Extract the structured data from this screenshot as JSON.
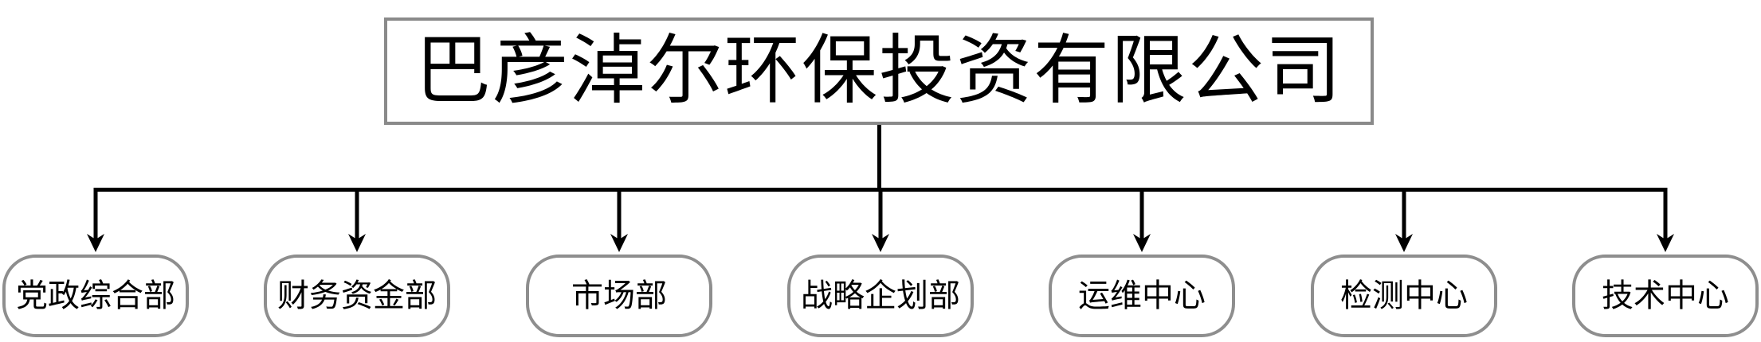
{
  "title": "巴彦淖尔环保投资有限公司",
  "departments": [
    {
      "label": "党政综合部"
    },
    {
      "label": "财务资金部"
    },
    {
      "label": "市场部"
    },
    {
      "label": "战略企划部"
    },
    {
      "label": "运维中心"
    },
    {
      "label": "检测中心"
    },
    {
      "label": "技术中心"
    }
  ],
  "colors": {
    "title_box_border": "#8a8a8a",
    "dept_box_border": "#8e8e8e",
    "connector_line": "#000000",
    "text": "#000000",
    "background": "#ffffff"
  }
}
